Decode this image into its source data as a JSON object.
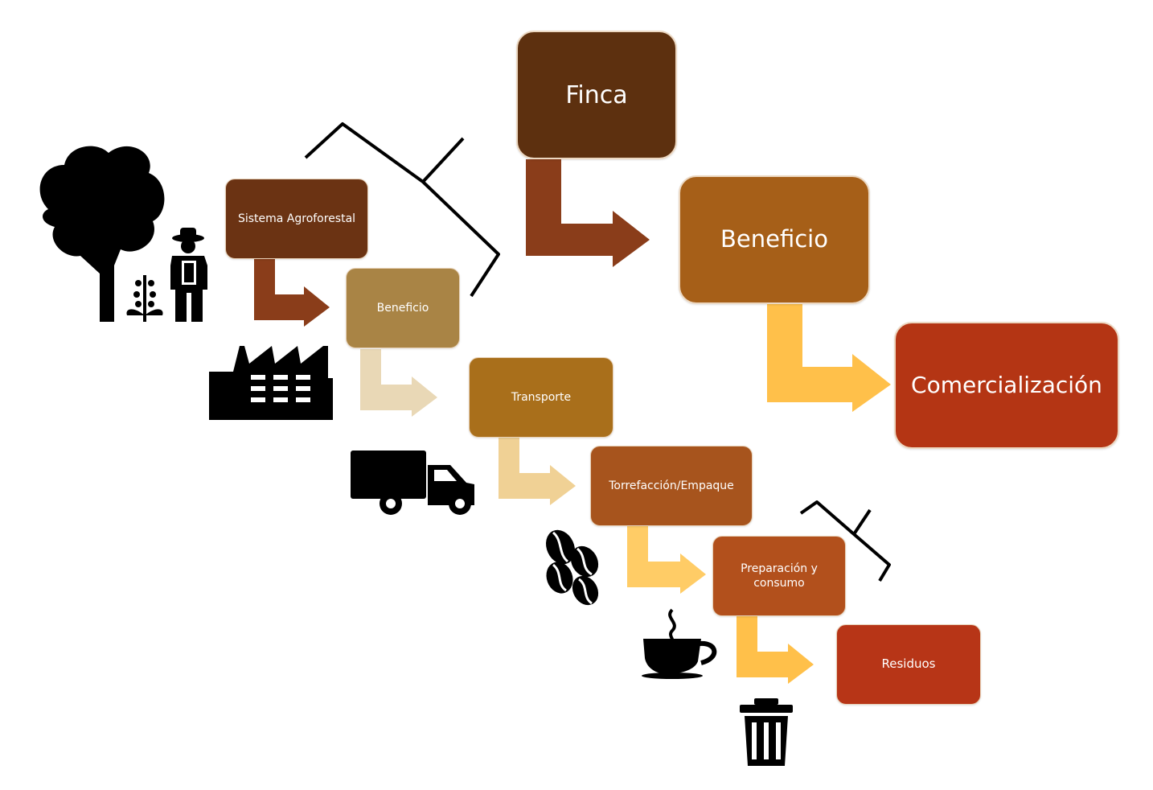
{
  "colors": {
    "finca": "#5d300f",
    "beneficio_big": "#a65f18",
    "comercializacion": "#b43514",
    "agroforestal": "#6b3313",
    "beneficio_small": "#a98445",
    "transporte": "#a96f1b",
    "torrefaccion": "#a7541d",
    "preparacion": "#b2501c",
    "residuos": "#b73517",
    "arrow_dark": "#8a3d1a",
    "arrow_light": "#e9d8b6",
    "arrow_tan": "#f0d195",
    "arrow_yellow": "#ffc04a"
  },
  "main_chain": {
    "finca": "Finca",
    "beneficio": "Beneficio",
    "comercializacion": "Comercialización"
  },
  "detail_chain": {
    "agroforestal": "Sistema Agroforestal",
    "beneficio": "Beneficio",
    "transporte": "Transporte",
    "torrefaccion": "Torrefacción/Empaque",
    "preparacion": "Preparación y consumo",
    "residuos": "Residuos"
  },
  "icons": [
    "tree-icon",
    "farmer-icon",
    "coffee-plant-icon",
    "factory-icon",
    "truck-icon",
    "coffee-beans-icon",
    "coffee-cup-icon",
    "trash-can-icon"
  ]
}
